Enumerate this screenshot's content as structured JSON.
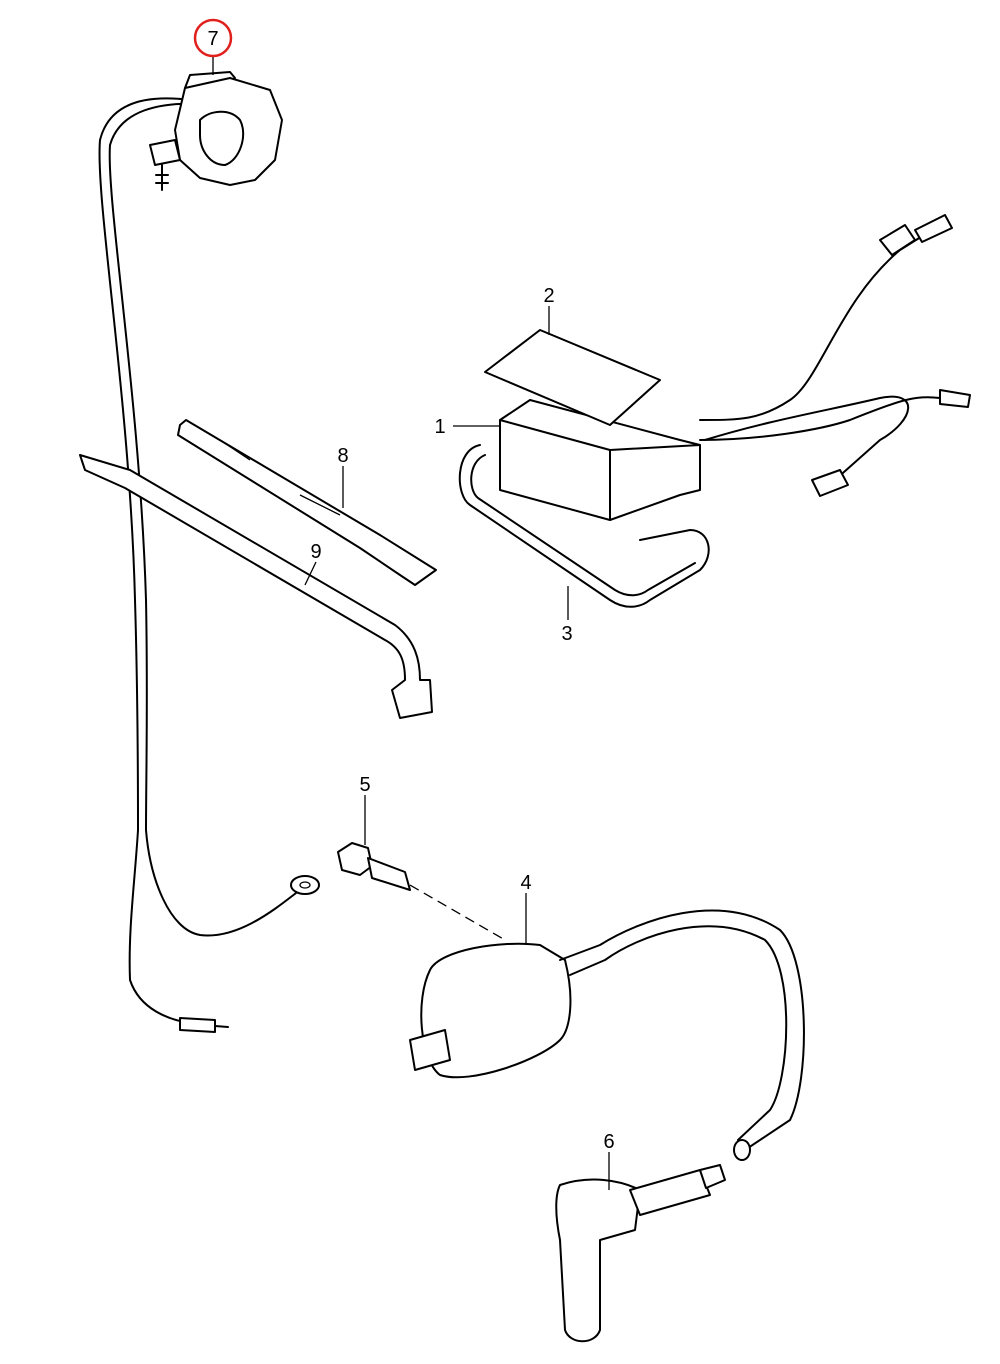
{
  "diagram": {
    "highlight_color": "#e0201c",
    "callouts": [
      {
        "id": "1",
        "label": "1"
      },
      {
        "id": "2",
        "label": "2"
      },
      {
        "id": "3",
        "label": "3"
      },
      {
        "id": "4",
        "label": "4"
      },
      {
        "id": "5",
        "label": "5"
      },
      {
        "id": "6",
        "label": "6"
      },
      {
        "id": "7",
        "label": "7",
        "highlighted": true
      },
      {
        "id": "8",
        "label": "8"
      },
      {
        "id": "9",
        "label": "9"
      }
    ]
  }
}
